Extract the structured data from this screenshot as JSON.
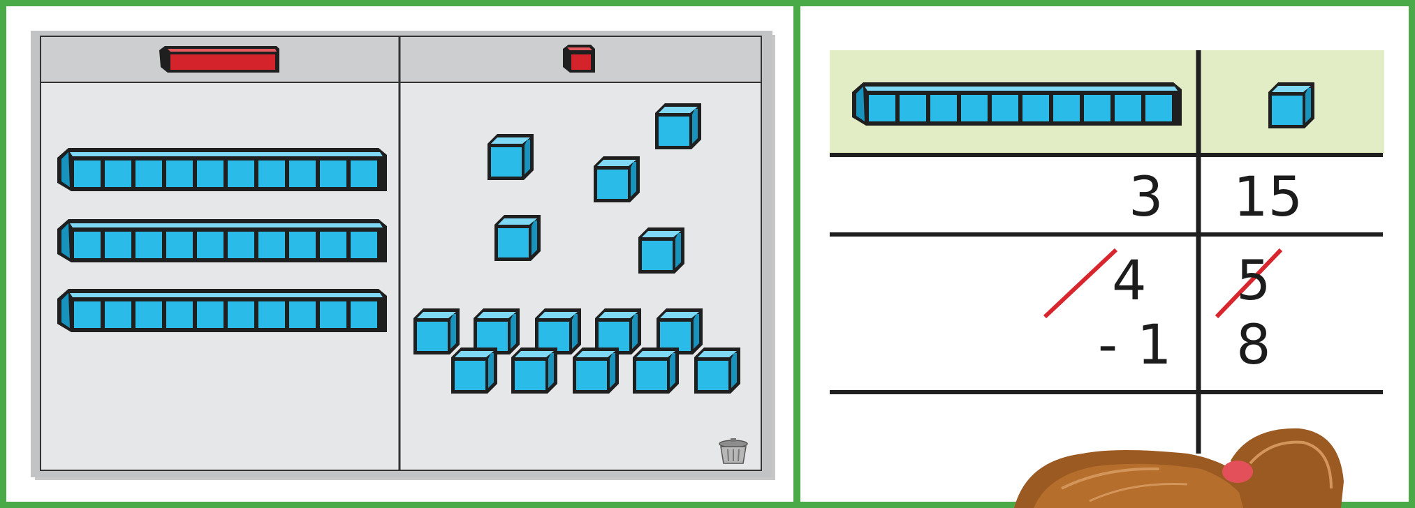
{
  "colors": {
    "frame": "#4aaa48",
    "workmat_bg": "#e6e7e8",
    "workmat_header": "#cdced0",
    "chart_header": "#e2edc6",
    "block_fill": "#2bbbe8",
    "block_edge": "#1f1f1f",
    "token_red": "#d4232a",
    "strike_red": "#d8262e"
  },
  "icons": {
    "tens_header": "red-rod-icon",
    "ones_header": "red-cube-icon",
    "trash": "trash-can-icon",
    "chart_tens_header": "ten-rod-icon",
    "chart_ones_header": "unit-cube-icon"
  },
  "workmat": {
    "tens_rods": 3,
    "loose_ones": 15
  },
  "place_value_chart": {
    "row1": {
      "tens": "3",
      "ones": "15"
    },
    "row2": {
      "tens": "4",
      "ones": "5",
      "tens_crossed_out": true,
      "ones_crossed_out": true
    },
    "row3": {
      "operator": "-",
      "tens": "1",
      "ones": "8"
    }
  }
}
